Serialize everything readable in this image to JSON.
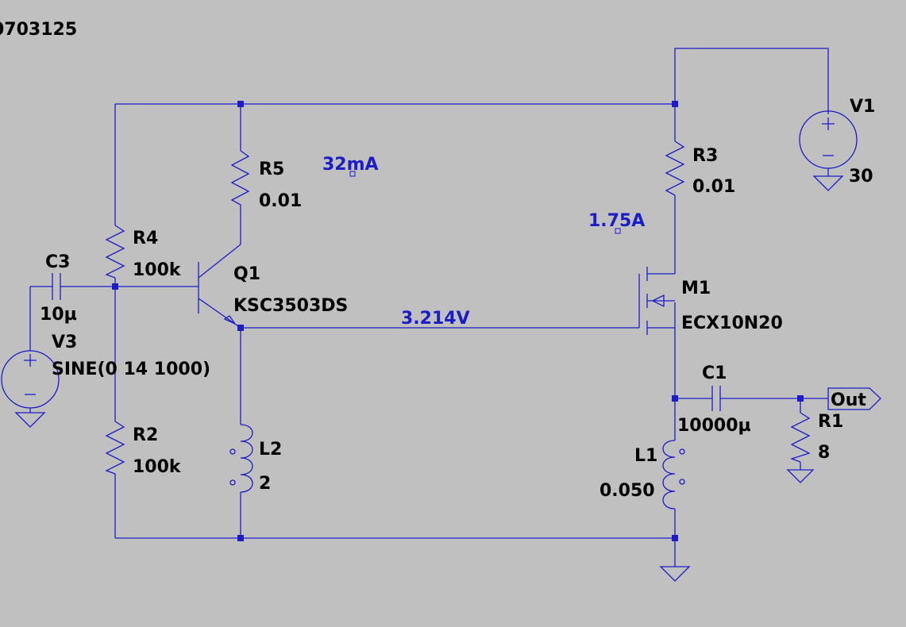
{
  "title": "0703125",
  "colors": {
    "background": "#c0c0c0",
    "wire": "#1c1cc8",
    "label": "#000000",
    "measurement": "#1c1cc8"
  },
  "components": {
    "r5": {
      "name": "R5",
      "value": "0.01"
    },
    "r4": {
      "name": "R4",
      "value": "100k"
    },
    "r2": {
      "name": "R2",
      "value": "100k"
    },
    "r3": {
      "name": "R3",
      "value": "0.01"
    },
    "r1": {
      "name": "R1",
      "value": "8"
    },
    "c3": {
      "name": "C3",
      "value": "10µ"
    },
    "c1": {
      "name": "C1",
      "value": "10000µ"
    },
    "l2": {
      "name": "L2",
      "value": "2"
    },
    "l1": {
      "name": "L1",
      "value": "0.050"
    },
    "q1": {
      "name": "Q1",
      "value": "KSC3503DS"
    },
    "m1": {
      "name": "M1",
      "value": "ECX10N20"
    },
    "v1": {
      "name": "V1",
      "value": "30"
    },
    "v3": {
      "name": "V3",
      "value": "SINE(0 14 1000)"
    }
  },
  "measurements": {
    "current_q1": "32mA",
    "current_m1": "1.75A",
    "voltage_gate": "3.214V"
  },
  "out_label": "Out"
}
